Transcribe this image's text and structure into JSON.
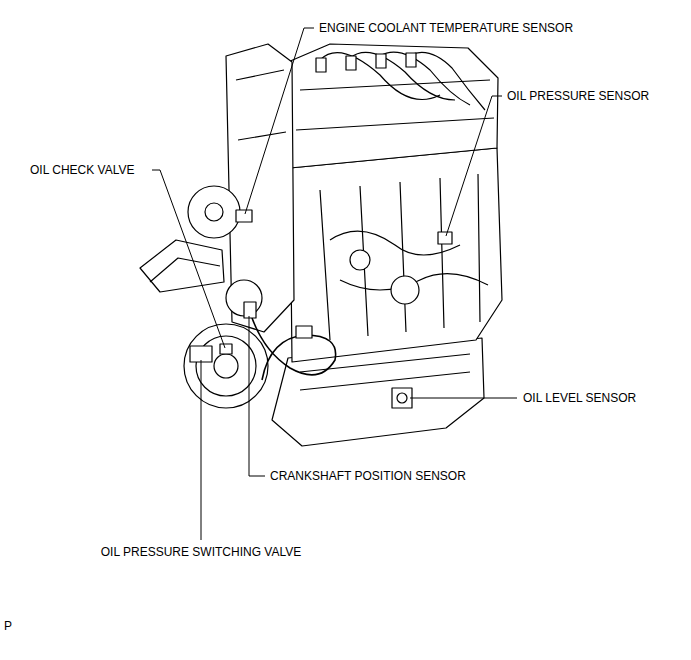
{
  "diagram": {
    "labels": [
      "ENGINE COOLANT TEMPERATURE SENSOR",
      "OIL PRESSURE SENSOR",
      "OIL CHECK VALVE",
      "OIL LEVEL SENSOR",
      "CRANKSHAFT POSITION SENSOR",
      "OIL PRESSURE SWITCHING VALVE",
      "P"
    ]
  }
}
